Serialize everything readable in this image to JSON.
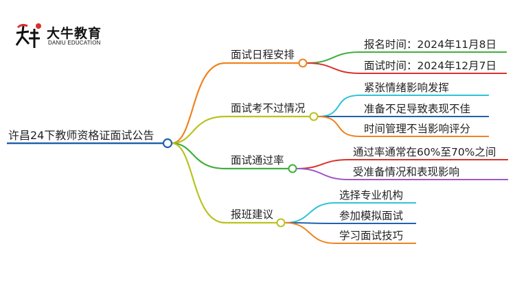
{
  "brand": {
    "name": "大牛教育",
    "subtitle": "DANIU EDUCATION",
    "mark_text": "大牛"
  },
  "root": {
    "label": "许昌24下教师资格证面试公告"
  },
  "branches": [
    {
      "label": "面试日程安排",
      "color": "#f0821e",
      "children": [
        {
          "label": "报名时间：2024年11月8日",
          "color": "#3fae3a"
        },
        {
          "label": "面试时间：2024年12月7日",
          "color": "#d9302b"
        }
      ]
    },
    {
      "label": "面试考不过情况",
      "color": "#b8c21e",
      "children": [
        {
          "label": "紧张情绪影响发挥",
          "color": "#2ec4d6"
        },
        {
          "label": "准备不足导致表现不佳",
          "color": "#2060b0"
        },
        {
          "label": "时间管理不当影响评分",
          "color": "#f0821e"
        }
      ]
    },
    {
      "label": "面试通过率",
      "color": "#3fae3a",
      "children": [
        {
          "label": "通过率通常在60%至70%之间",
          "color": "#d9302b"
        },
        {
          "label": "受准备情况和表现影响",
          "color": "#9b59c9"
        }
      ]
    },
    {
      "label": "报班建议",
      "color": "#b8c21e",
      "children": [
        {
          "label": "选择专业机构",
          "color": "#2ec4d6"
        },
        {
          "label": "参加模拟面试",
          "color": "#2060b0"
        },
        {
          "label": "学习面试技巧",
          "color": "#f0821e"
        }
      ]
    }
  ],
  "colors": {
    "root_underline": "#2060b0",
    "root_node": "#2060b0",
    "text": "#222222"
  }
}
